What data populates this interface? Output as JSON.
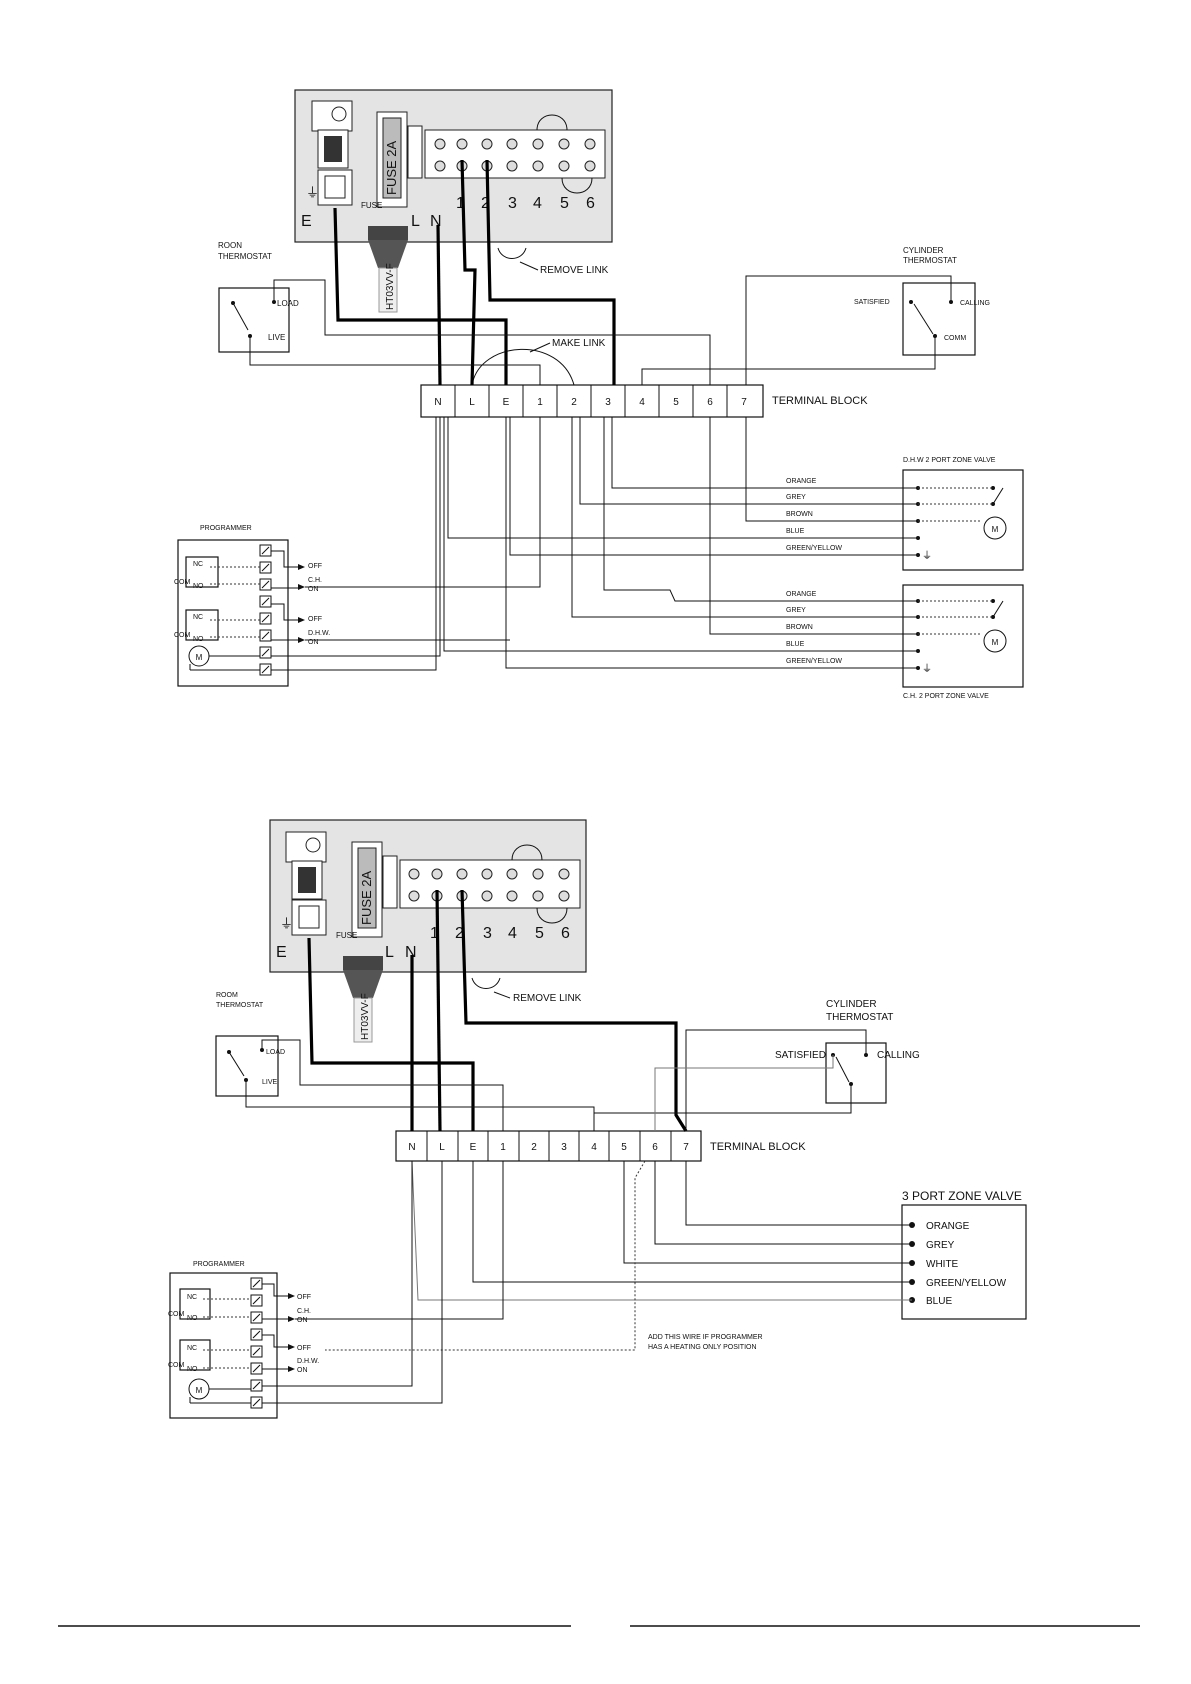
{
  "common": {
    "fuse_label": "FUSE 2A",
    "fuse_small": "FUSE",
    "cable_code": "HT03VV-F",
    "terminal_block": "TERMINAL  BLOCK",
    "terminal_block_2": "TERMINAL BLOCK",
    "remove_link": "REMOVE LINK",
    "programmer": "PROGRAMMER",
    "load": "LOAD",
    "live": "LIVE",
    "cylinder_line1": "CYLINDER",
    "cylinder_line2": "THERMOSTAT",
    "satisfied": "SATISFIED",
    "calling": "CALLING",
    "comm": "COMM",
    "nc": "NC",
    "no": "NO",
    "com": "COM",
    "motor": "M",
    "off": "OFF",
    "on": "ON",
    "ch": "C.H.",
    "dhw": "D.H.W.",
    "panel_terms": [
      "E",
      "L",
      "N",
      "1",
      "2",
      "3",
      "4",
      "5",
      "6"
    ],
    "block_terms": [
      "N",
      "L",
      "E",
      "1",
      "2",
      "3",
      "4",
      "5",
      "6",
      "7"
    ]
  },
  "diagram1": {
    "room_line1": "ROON",
    "room_line2": "THERMOSTAT",
    "make_link": "MAKE LINK",
    "dhw_valve": "D.H.W 2 PORT ZONE VALVE",
    "ch_valve": "C.H. 2 PORT ZONE VALVE",
    "dhw_wires": [
      "ORANGE",
      "GREY",
      "BROWN",
      "BLUE",
      "GREEN/YELLOW"
    ],
    "ch_wires": [
      "ORANGE",
      "GREY",
      "BROWN",
      "BLUE",
      "GREEN/YELLOW"
    ]
  },
  "diagram2": {
    "room_line1": "ROOM",
    "room_line2": "THERMOSTAT",
    "valve_title": "3 PORT ZONE VALVE",
    "valve_wires": [
      "ORANGE",
      "GREY",
      "WHITE",
      "GREEN/YELLOW",
      "BLUE"
    ],
    "note_line1": "ADD THIS WIRE IF PROGRAMMER",
    "note_line2": "HAS A HEATING ONLY POSITION"
  }
}
